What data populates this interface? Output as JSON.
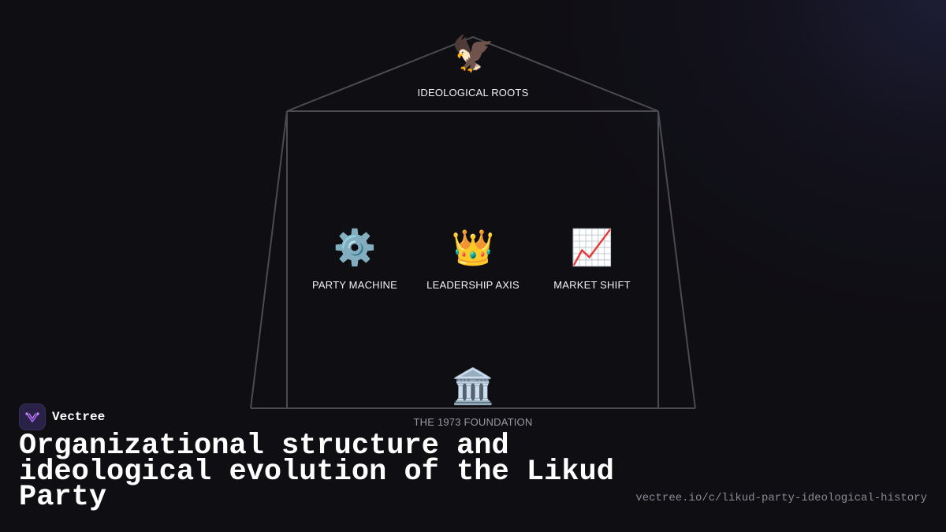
{
  "diagram": {
    "roof": {
      "icon": "eagle-icon",
      "emoji": "🦅",
      "label": "IDEOLOGICAL ROOTS"
    },
    "pillars": [
      {
        "icon": "gear-icon",
        "emoji": "⚙️",
        "label": "PARTY MACHINE"
      },
      {
        "icon": "crown-icon",
        "emoji": "👑",
        "label": "LEADERSHIP AXIS"
      },
      {
        "icon": "chart-increasing-icon",
        "emoji": "📈",
        "label": "MARKET SHIFT"
      }
    ],
    "foundation": {
      "icon": "classical-building-icon",
      "emoji": "🏛️",
      "label": "THE 1973 FOUNDATION"
    },
    "colors": {
      "outline": "#4a4a50",
      "label": "#f2f2f4",
      "foundation_label": "#9a9aa4"
    }
  },
  "brand": {
    "name": "Vectree",
    "logo_icon": "vectree-logo-icon",
    "logo_color": "#a45cf0"
  },
  "title": "Organizational structure and ideological evolution of the Likud Party",
  "url": "vectree.io/c/likud-party-ideological-history"
}
